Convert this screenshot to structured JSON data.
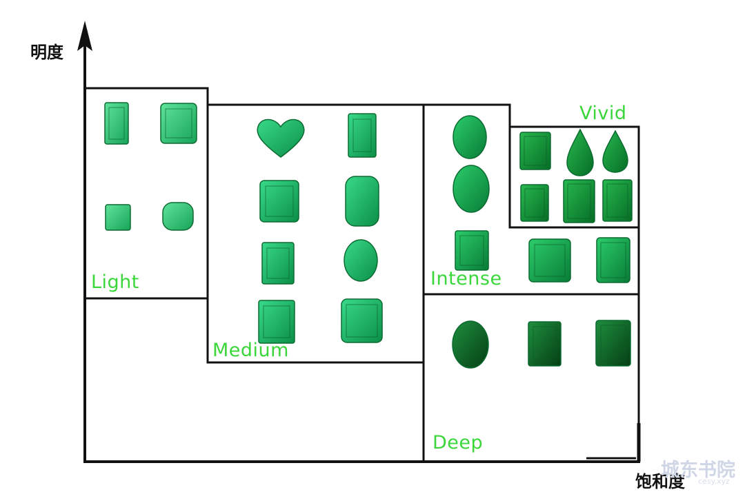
{
  "axes": {
    "y_label": "明度",
    "x_label": "饱和度"
  },
  "zones": {
    "light": "Light",
    "medium": "Medium",
    "intense": "Intense",
    "vivid": "Vivid",
    "deep": "Deep"
  },
  "watermark": {
    "text": "城东书院",
    "sub": "cesy.xyz"
  },
  "colors": {
    "label_green": "#3ad63a",
    "line": "#111111",
    "gem_light": "#2fbf6a",
    "gem_medium": "#12a85a",
    "gem_intense": "#0f9a4a",
    "gem_vivid": "#138a3a",
    "gem_deep": "#0a5f22"
  },
  "gem_icons": {
    "light": [
      "emerald-cut",
      "emerald-cut",
      "emerald-cut",
      "cushion"
    ],
    "medium": [
      "heart",
      "emerald-cut",
      "emerald-cut",
      "cushion",
      "emerald-cut",
      "oval",
      "emerald-cut",
      "emerald-cut"
    ],
    "intense": [
      "oval",
      "oval",
      "emerald-cut",
      "emerald-cut",
      "emerald-cut"
    ],
    "vivid": [
      "emerald-cut",
      "pear",
      "pear",
      "emerald-cut",
      "emerald-cut",
      "emerald-cut"
    ],
    "deep": [
      "oval",
      "emerald-cut",
      "emerald-cut"
    ]
  }
}
